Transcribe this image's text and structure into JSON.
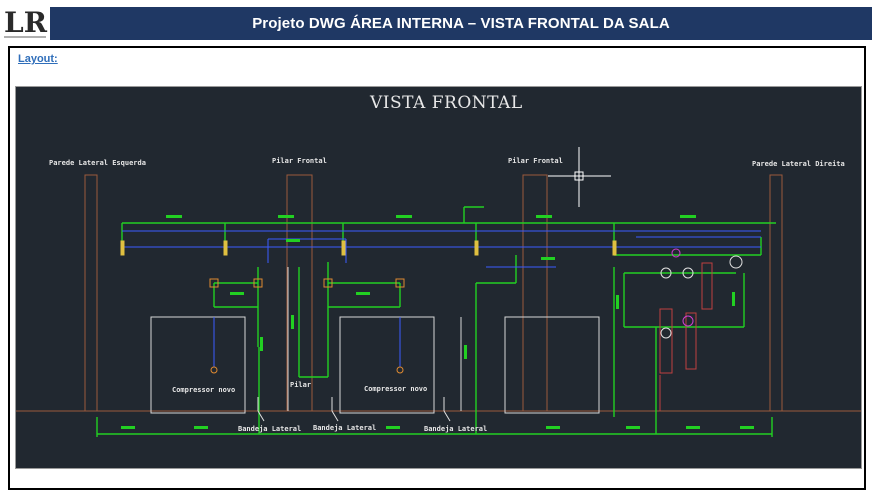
{
  "header": {
    "logo_text": "LR",
    "title": "Projeto DWG ÁREA INTERNA – VISTA FRONTAL DA SALA"
  },
  "section": {
    "layout_label": "Layout:"
  },
  "drawing": {
    "title": "VISTA FRONTAL",
    "labels": {
      "left_wall": "Parede Lateral Esquerda",
      "front_pillar_1": "Pilar Frontal",
      "front_pillar_2": "Pilar Frontal",
      "right_wall": "Parede Lateral Direita",
      "compressor_1": "Compressor novo",
      "compressor_2": "Compressor novo",
      "pillar": "Pilar",
      "tray_1": "Bandeja Lateral",
      "tray_2": "Bandeja Lateral",
      "tray_3": "Bandeja Lateral"
    },
    "colors": {
      "background": "#212830",
      "pipe_green": "#22d022",
      "pipe_blue": "#3b5bff",
      "wall_brown": "#9c5a3c",
      "outline_white": "#e0e0e0",
      "accent_magenta": "#d040d0",
      "accent_yellow": "#e0c040"
    }
  }
}
